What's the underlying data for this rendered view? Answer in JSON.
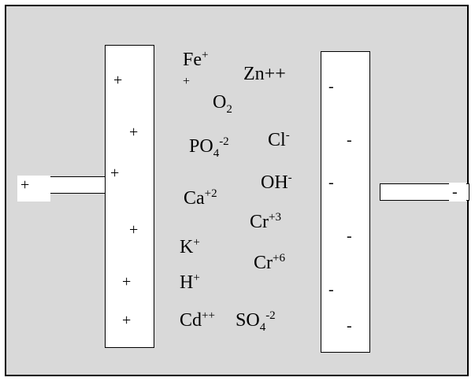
{
  "anode_signs": [
    "+",
    "+",
    "+",
    "+",
    "+",
    "+"
  ],
  "cathode_signs": [
    "-",
    "-",
    "-",
    "-",
    "-",
    "-"
  ],
  "terminal_left": "+",
  "terminal_right": "-",
  "ions": {
    "fe": {
      "base": "Fe",
      "sup": "+",
      "extra": "+"
    },
    "zn": {
      "base": "Zn++"
    },
    "o2": {
      "base": "O",
      "sub": "2"
    },
    "po4": {
      "base": "PO",
      "sub": "4",
      "sup": "-2"
    },
    "cl": {
      "base": "Cl",
      "sup": "-"
    },
    "ca": {
      "base": "Ca",
      "sup": "+2"
    },
    "oh": {
      "base": "OH",
      "sup": "-"
    },
    "cr3": {
      "base": "Cr",
      "sup": "+3"
    },
    "k": {
      "base": "K",
      "sup": "+"
    },
    "cr6": {
      "base": "Cr",
      "sup": "+6"
    },
    "h": {
      "base": "H",
      "sup": "+"
    },
    "cd": {
      "base": "Cd",
      "sup": "++"
    },
    "so4": {
      "base": "SO",
      "sub": "4",
      "sup": "-2"
    }
  },
  "colors": {
    "background": "#d9d9d9",
    "electrode": "#ffffff",
    "stroke": "#000000"
  }
}
